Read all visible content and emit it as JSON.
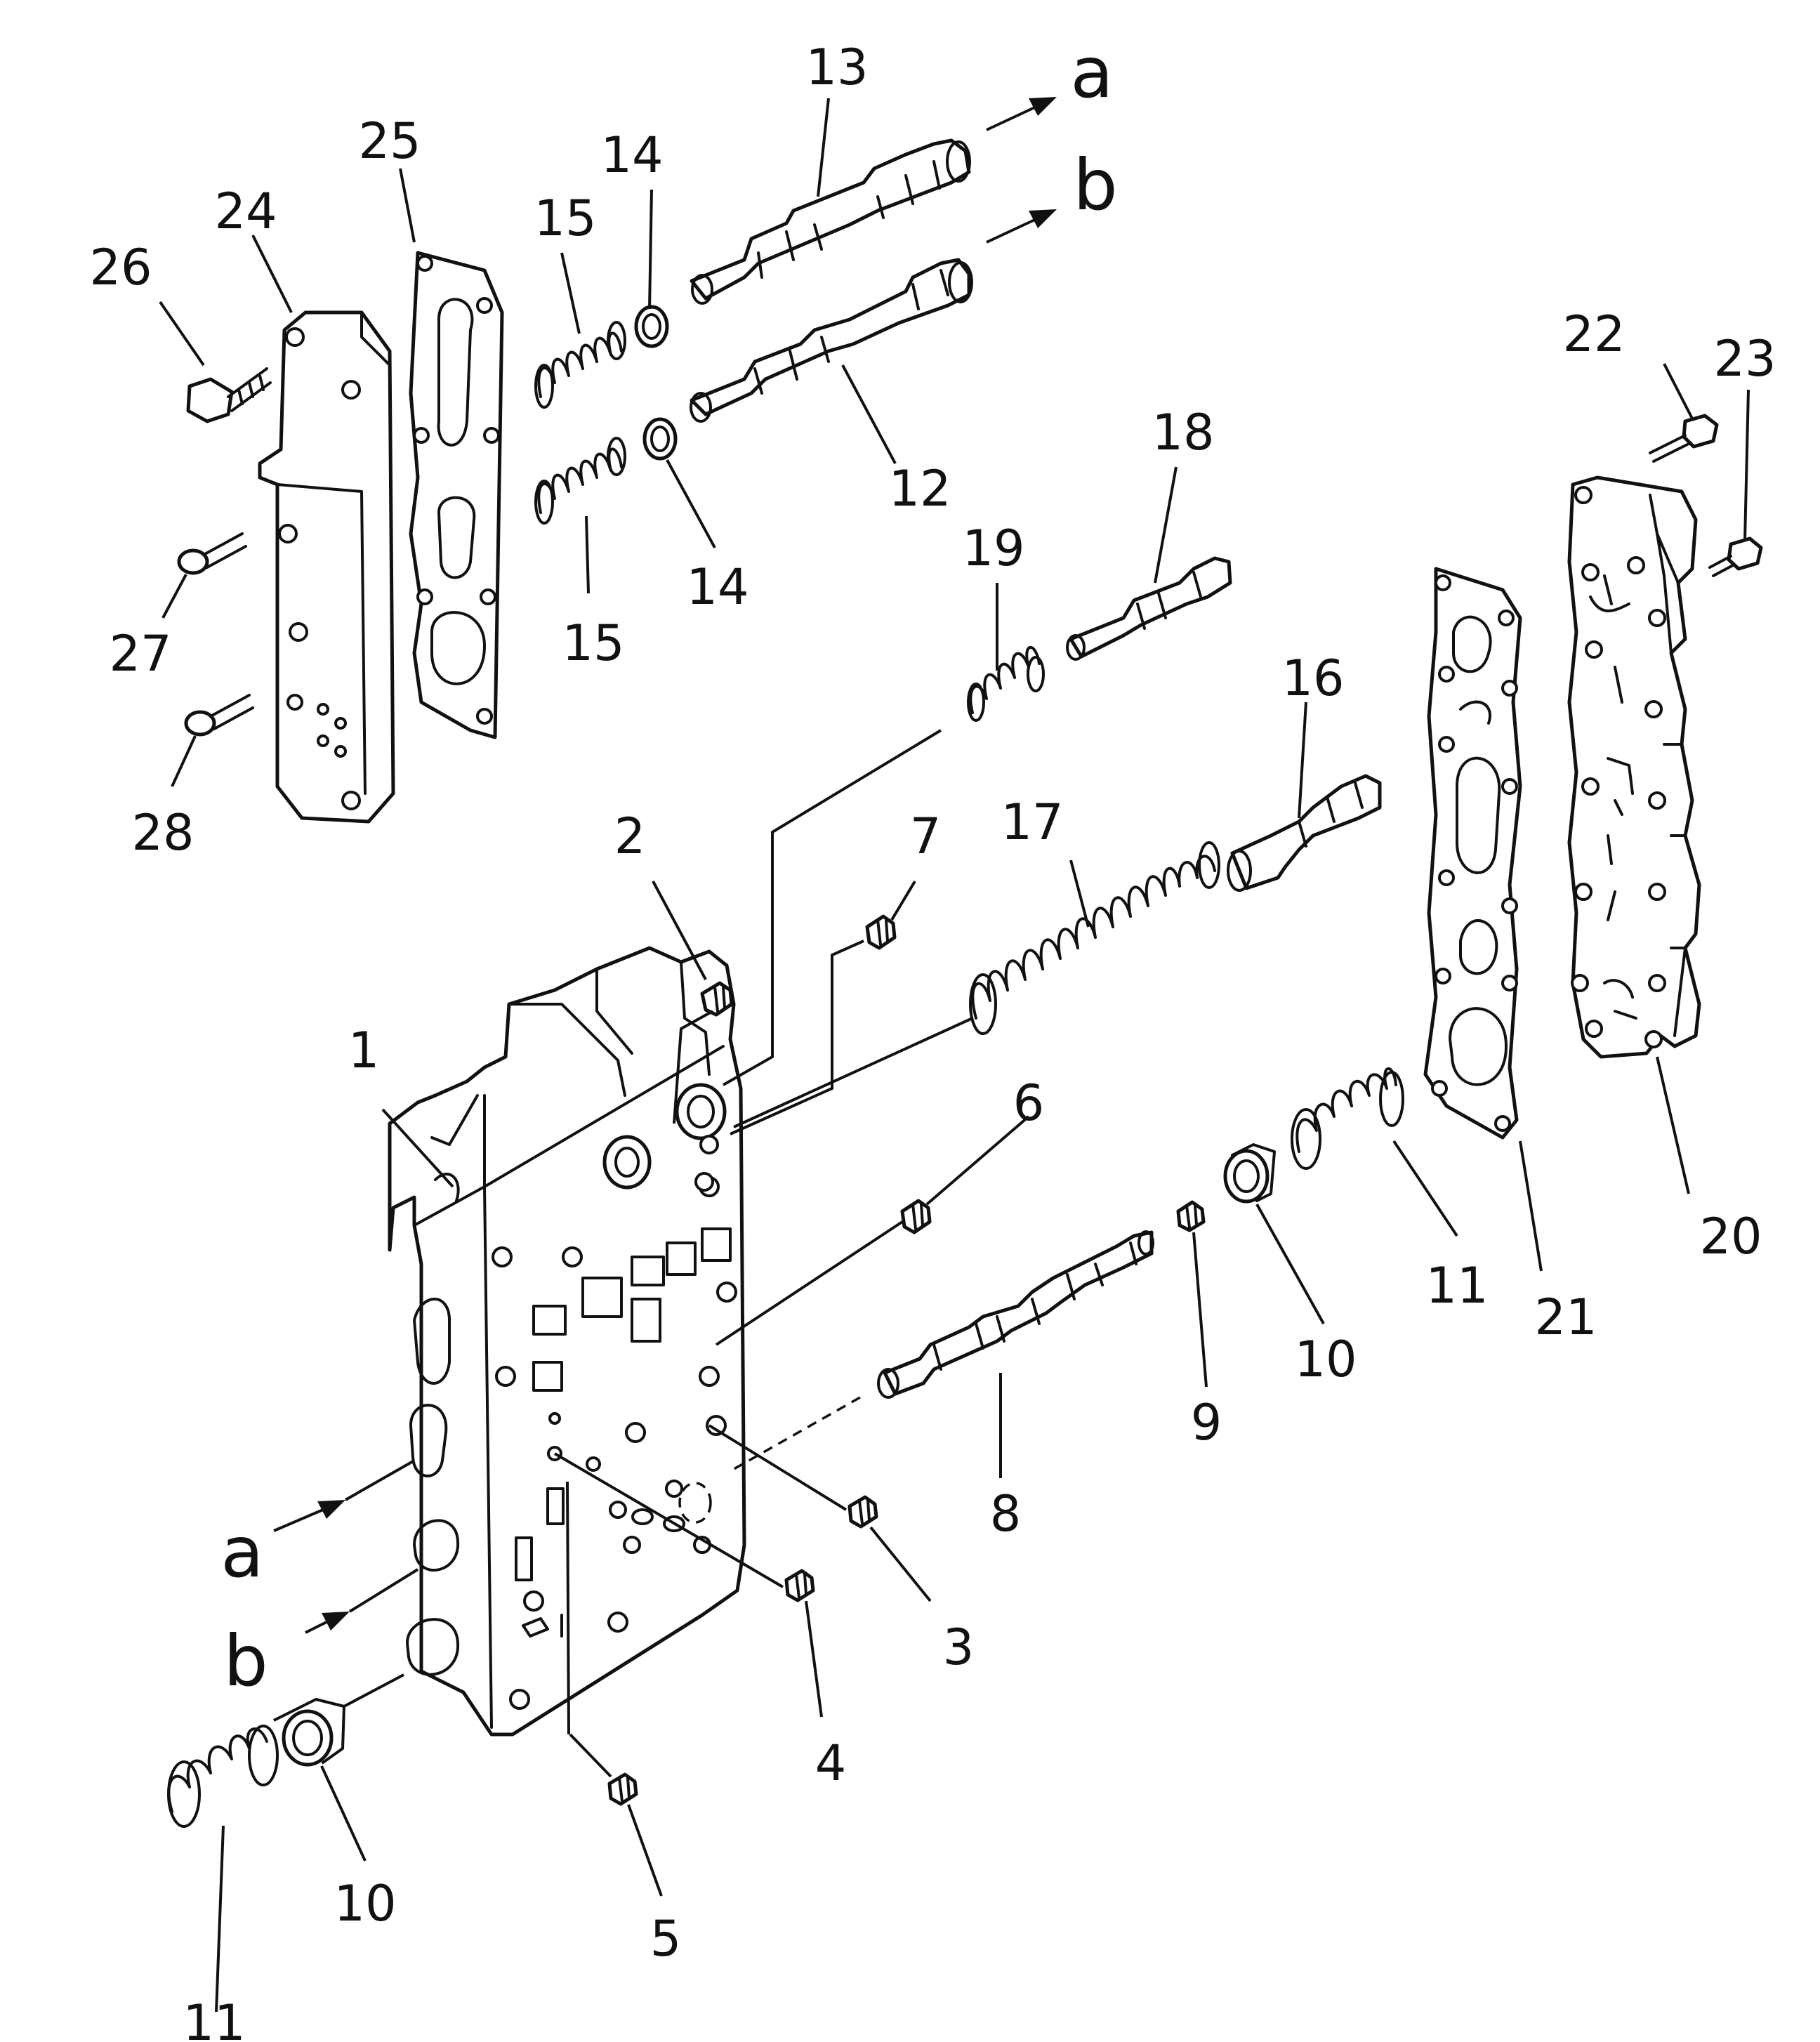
{
  "diagram": {
    "labels": [
      "1",
      "2",
      "3",
      "4",
      "5",
      "6",
      "7",
      "8",
      "9",
      "10",
      "10",
      "11",
      "11",
      "12",
      "13",
      "14",
      "14",
      "15",
      "15",
      "16",
      "17",
      "18",
      "19",
      "20",
      "21",
      "22",
      "23",
      "24",
      "25",
      "26",
      "27",
      "28"
    ],
    "flow_letters": [
      "a",
      "b",
      "a",
      "b"
    ]
  }
}
